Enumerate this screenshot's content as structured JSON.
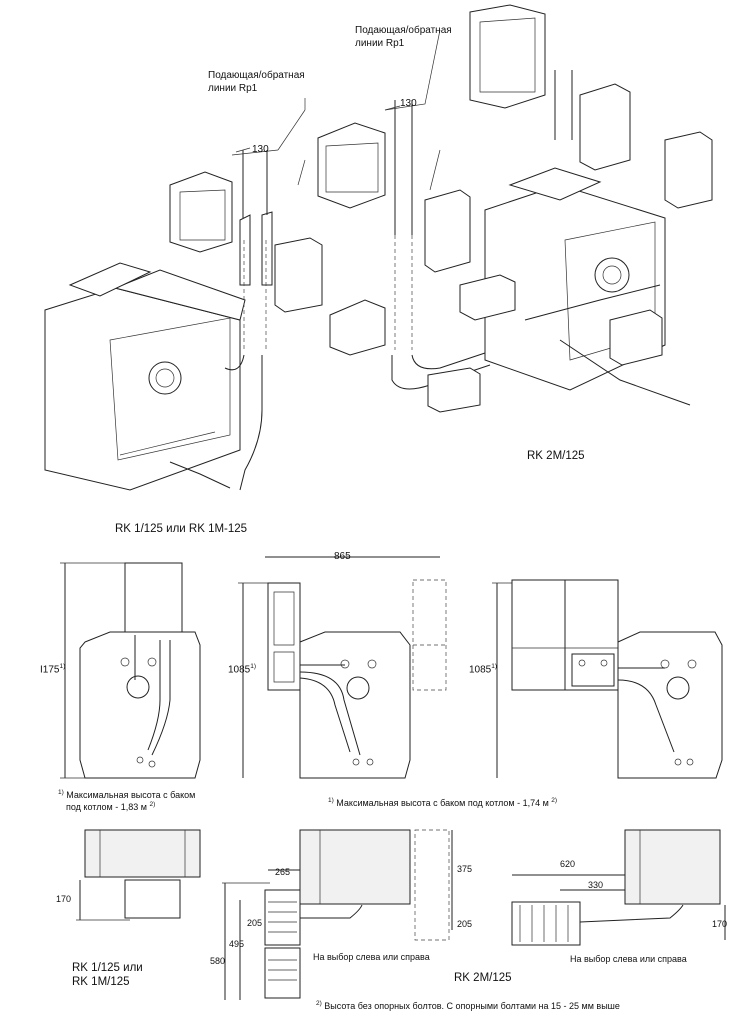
{
  "labels": {
    "supply_return_1": "Подающая/обратная",
    "supply_return_1b": "линии Rp1",
    "supply_return_2": "Подающая/обратная",
    "supply_return_2b": "линии Rp1",
    "dim_130_a": "130",
    "dim_130_b": "130",
    "model_rk2m_top": "RK 2M/125",
    "model_rk1_top": "RK 1/125 или RK 1M-125",
    "dim_865": "865",
    "dim_1175": "I175",
    "dim_1085_a": "1085",
    "dim_1085_b": "1085",
    "footnote_mark": "1)",
    "note1_line1": "Максимальная высота с баком",
    "note1_line2": "под котлом - 1,83 м",
    "note2": "Максимальная высота с баком под котлом - 1,74 м",
    "note_sup2": "2)",
    "dim_170_a": "170",
    "dim_265": "265",
    "dim_375": "375",
    "dim_205_a": "205",
    "dim_205_b": "205",
    "dim_495": "495",
    "dim_580": "580",
    "dim_620": "620",
    "dim_330": "330",
    "dim_170_b": "170",
    "choice_a": "На выбор слева или справа",
    "choice_b": "На выбор слева или справа",
    "model_rk1_bottom_1": "RK 1/125 или",
    "model_rk1_bottom_2": "RK 1M/125",
    "model_rk2m_bottom": "RK 2M/125",
    "note3": "Высота без опорных болтов. С опорными болтами на 15 - 25 мм выше"
  }
}
